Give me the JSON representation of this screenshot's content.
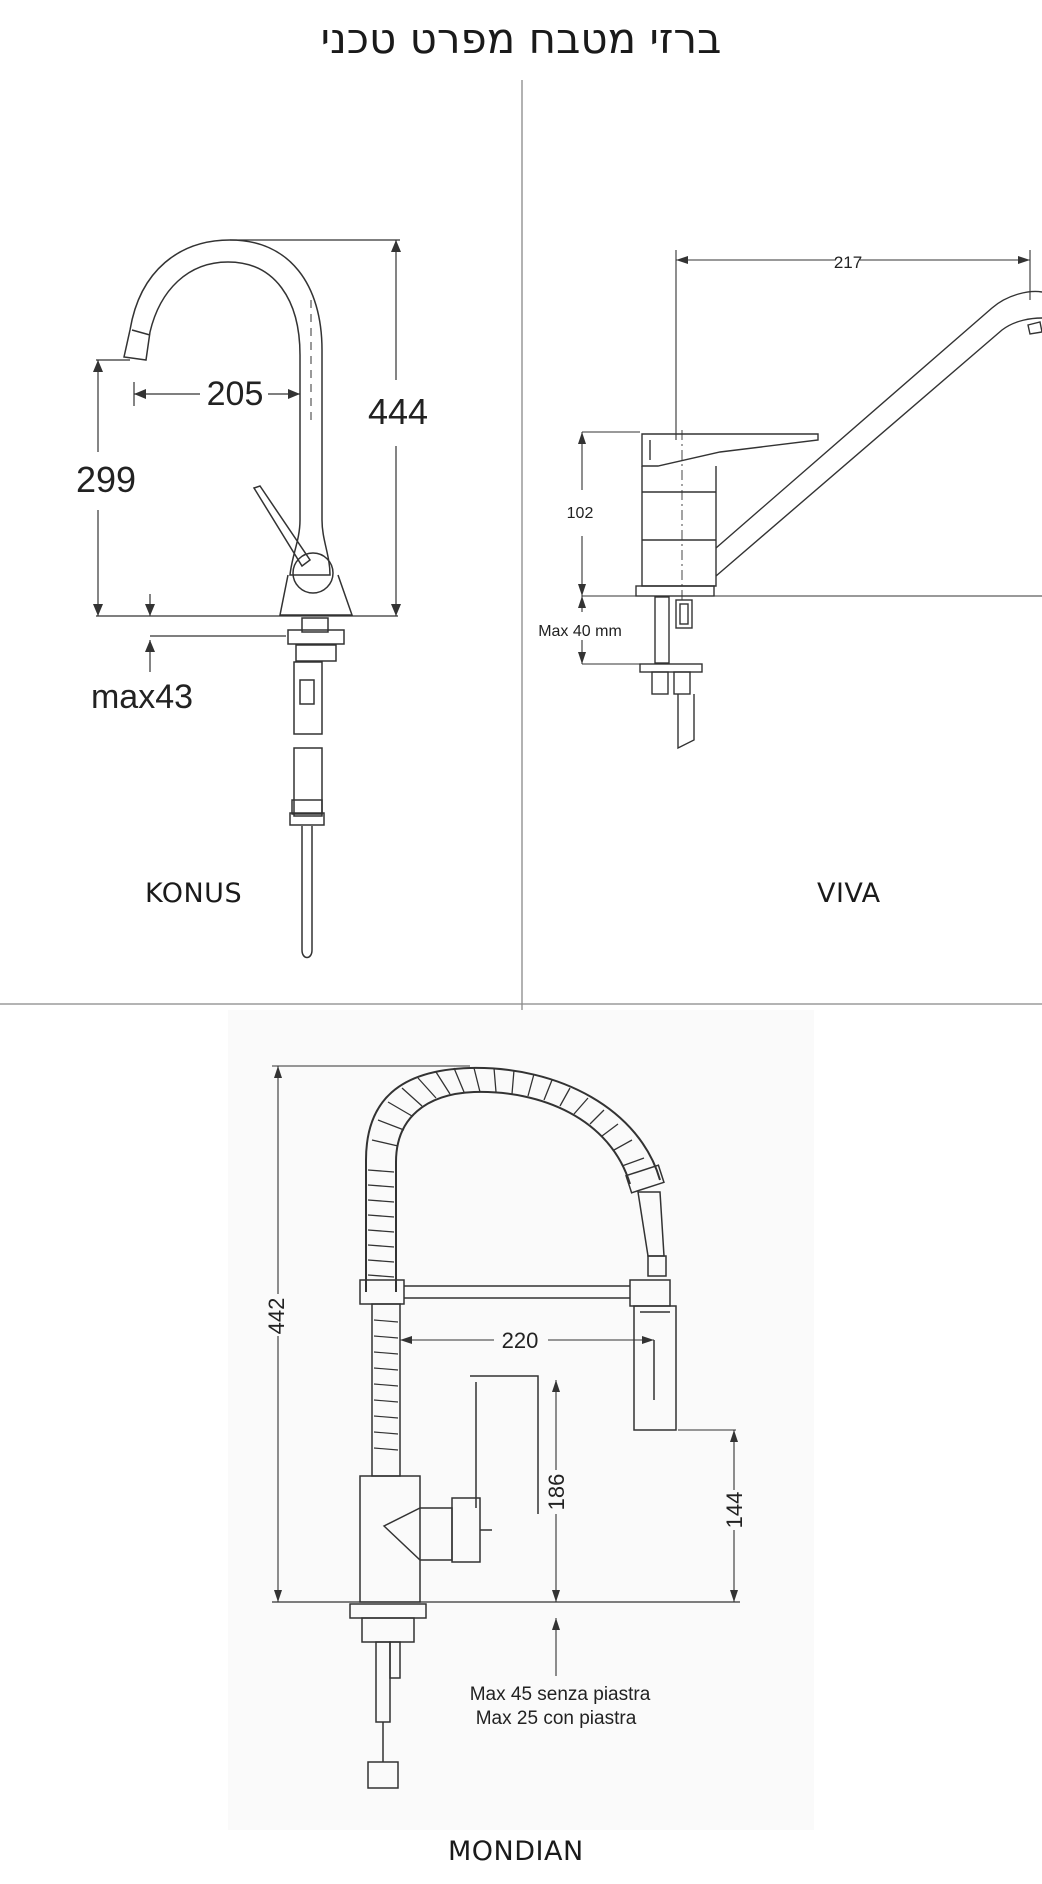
{
  "title": "ברזי מטבח מפרט טכני",
  "products": {
    "konus": {
      "name": "KONUS",
      "dims": {
        "reach": "205",
        "height": "444",
        "spout_height": "299",
        "max_deck": "max43"
      }
    },
    "viva": {
      "name": "VIVA",
      "dims": {
        "reach": "217",
        "body_height": "102",
        "max_deck": "Max 40 mm"
      }
    },
    "mondian": {
      "name": "MONDIAN",
      "dims": {
        "height": "442",
        "reach": "220",
        "lever_height": "186",
        "spout_height": "144",
        "note_line1": "Max 45 senza piastra",
        "note_line2": "Max 25 con piastra"
      }
    }
  }
}
